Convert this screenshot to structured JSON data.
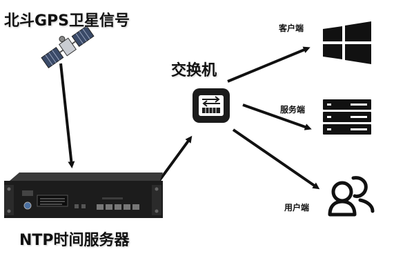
{
  "titles": {
    "gps_satellite": "北斗GPS卫星信号",
    "switch": "交换机",
    "ntp_server": "NTP时间服务器"
  },
  "endpoints": {
    "client": "客户端",
    "server": "服务端",
    "user": "用户端"
  },
  "icons": {
    "satellite": "satellite-icon",
    "switch": "switch-icon",
    "ntp_device": "rack-server-device",
    "windows": "windows-logo-icon",
    "server_stack": "server-stack-icon",
    "users": "users-icon"
  }
}
